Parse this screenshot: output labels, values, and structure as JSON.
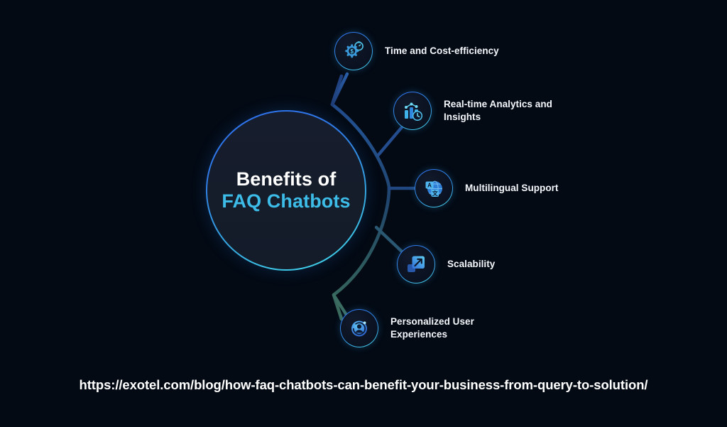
{
  "background_color": "#030a14",
  "hub": {
    "line1": "Benefits of",
    "line2": "FAQ Chatbots",
    "line1_color": "#ffffff",
    "line2_color": "#3dbce8",
    "border_gradient_from": "#2e6ff0",
    "border_gradient_to": "#43dbe9"
  },
  "branches": [
    {
      "label": "Time and Cost-efficiency",
      "icon": "gear-dollar-stopwatch-icon",
      "accent": "#3fa8e8"
    },
    {
      "label": "Real-time Analytics and\nInsights",
      "icon": "bar-chart-clock-icon",
      "accent": "#3fa8e8"
    },
    {
      "label": "Multilingual Support",
      "icon": "globe-language-tiles-icon",
      "accent": "#3fa8e8"
    },
    {
      "label": "Scalability",
      "icon": "expand-arrow-squares-icon",
      "accent": "#3fa8e8"
    },
    {
      "label": "Personalized User\nExperiences",
      "icon": "user-orbit-icon",
      "accent": "#3fa8e8"
    }
  ],
  "source": {
    "url": "https://exotel.com/blog/how-faq-chatbots-can-benefit-your-business-from-query-to-solution/",
    "color": "#ffffff"
  }
}
